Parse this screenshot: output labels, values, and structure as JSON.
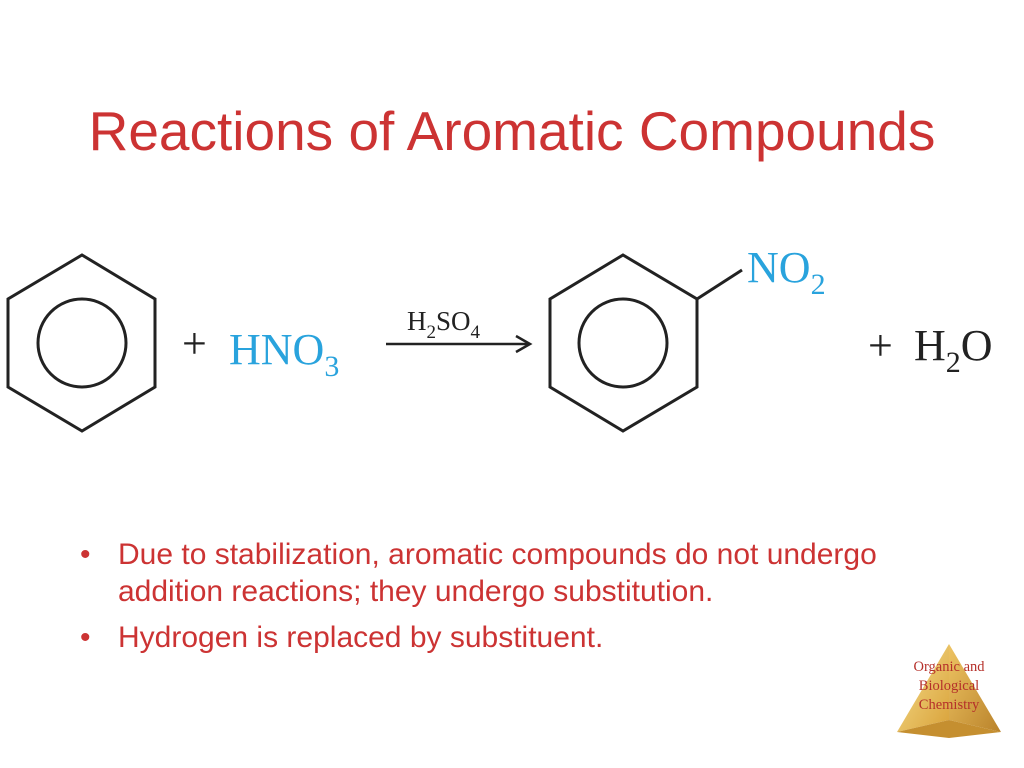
{
  "slide": {
    "title": "Reactions of Aromatic Compounds"
  },
  "reaction": {
    "plus": "+",
    "reagent": {
      "main": "HNO",
      "sub": "3"
    },
    "catalyst": {
      "part1": "H",
      "sub1": "2",
      "part2": "SO",
      "sub2": "4"
    },
    "substituent": {
      "main": "NO",
      "sub": "2"
    },
    "byproduct": {
      "part1": "H",
      "sub1": "2",
      "part2": "O"
    },
    "colors": {
      "reagent": "#29a3dd",
      "black": "#222222"
    }
  },
  "bullets": [
    {
      "marker": "•",
      "text": "Due to stabilization, aromatic compounds do not undergo addition reactions; they undergo substitution."
    },
    {
      "marker": "•",
      "text": "Hydrogen is replaced by substituent."
    }
  ],
  "badge": {
    "line1": "Organic and",
    "line2": "Biological",
    "line3": "Chemistry"
  },
  "colors": {
    "accent": "#cc3333",
    "badge_gold": "#e8b84a"
  }
}
